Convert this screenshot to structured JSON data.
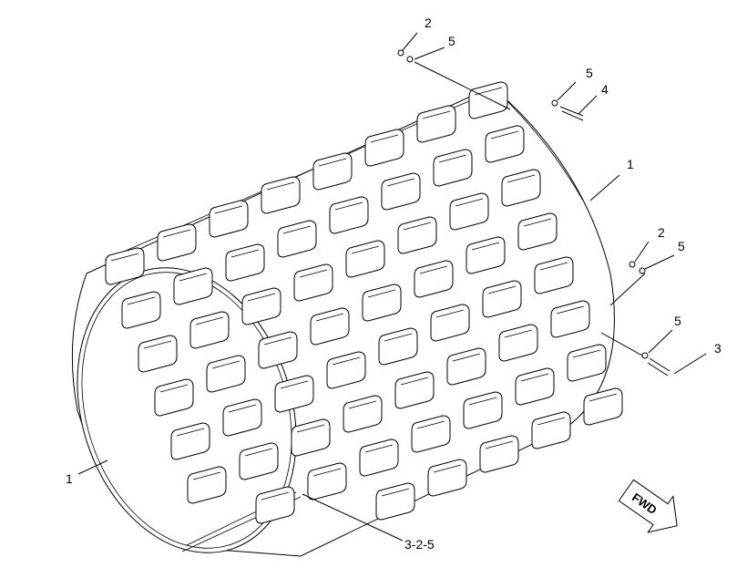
{
  "callouts": {
    "top_2": "2",
    "top_5": "5",
    "right_5": "5",
    "right_4": "4",
    "right_1": "1",
    "mid_2": "2",
    "mid_5": "5",
    "low_5": "5",
    "low_3": "3",
    "left_1": "1",
    "bottom_325": "3-2-5"
  },
  "fwd_label": "FWD"
}
